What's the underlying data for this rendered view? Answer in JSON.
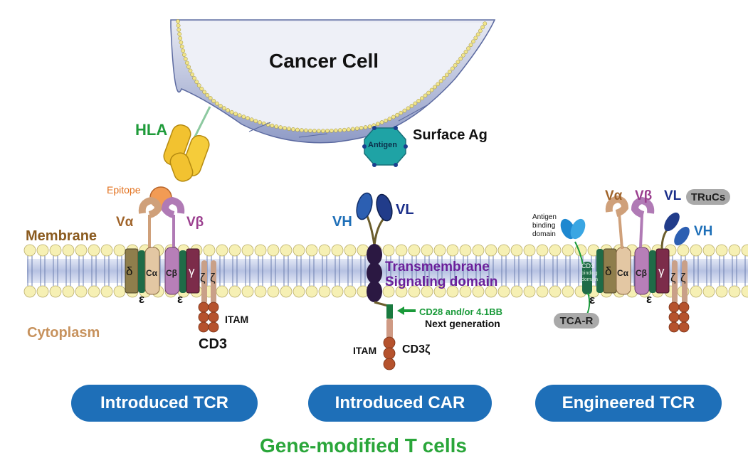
{
  "cancer_cell": {
    "title": "Cancer Cell"
  },
  "labels": {
    "hla": "HLA",
    "surface_ag": "Surface Ag",
    "antigen": "Antigen",
    "epitope": "Epitope",
    "membrane": "Membrane",
    "cytoplasm": "Cytoplasm",
    "cd3": "CD3",
    "itam_tcr": "ITAM",
    "itam_car": "ITAM",
    "cd3zeta_car": "CD3ζ",
    "transmembrane": "Transmembrane",
    "signaling": "Signaling domain",
    "cd28": "CD28 and/or 4.1BB",
    "next_gen": "Next generation",
    "antigen_binding": [
      "Antigen",
      "binding",
      "domain"
    ],
    "cd3_binding": [
      "CD3",
      "binding",
      "domain"
    ],
    "trucs": "TRuCs",
    "tca_r": "TCA-R"
  },
  "chains": {
    "v_alpha": "Vα",
    "v_beta": "Vβ",
    "c_alpha": "Cα",
    "c_beta": "Cβ",
    "delta": "δ",
    "gamma": "γ",
    "epsilon": "ε",
    "zeta": "ζ",
    "vh": "VH",
    "vl": "VL"
  },
  "buttons": {
    "tcr": "Introduced TCR",
    "car": "Introduced CAR",
    "engineered": "Engineered TCR"
  },
  "footer": {
    "title": "Gene-modified T cells"
  },
  "colors": {
    "membrane_head": "#f6f0b4",
    "membrane_band": "#c9d1ea",
    "label_brown": "#8a5a1e",
    "label_tan": "#c7925d",
    "hla_green": "#1f9b3a",
    "cd28_green": "#1a9a3a",
    "car_purple": "#6a1f9a",
    "pill_blue": "#1e6fb8",
    "footer_green": "#2aa63a"
  }
}
